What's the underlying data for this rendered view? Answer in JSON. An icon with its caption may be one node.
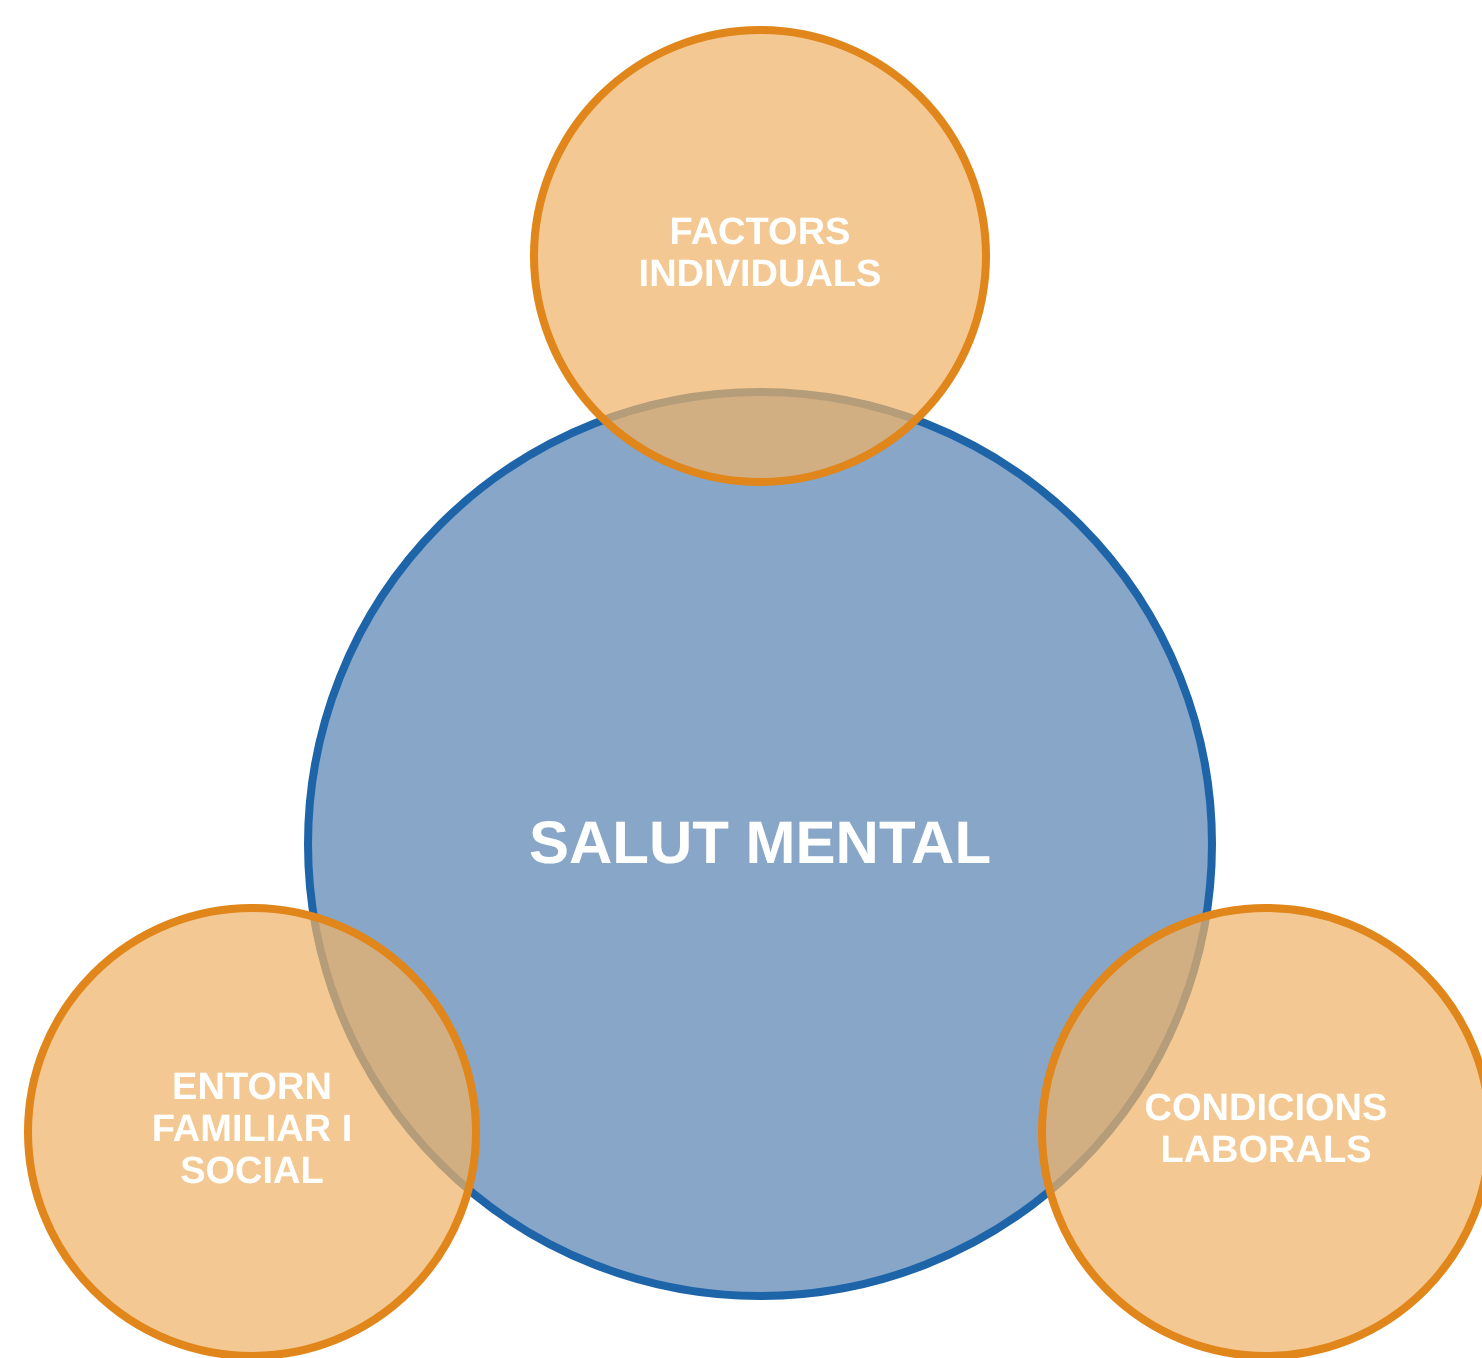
{
  "diagram": {
    "nodes": [
      {
        "text": [
          "SALUT MENTAL"
        ]
      },
      {
        "text": [
          "FACTORS INDIVIDUALS"
        ]
      },
      {
        "text": [
          "ENTORN FAMILIAR I SOCIAL"
        ]
      },
      {
        "text": [
          "CONDICIONS LABORALS"
        ]
      }
    ]
  }
}
